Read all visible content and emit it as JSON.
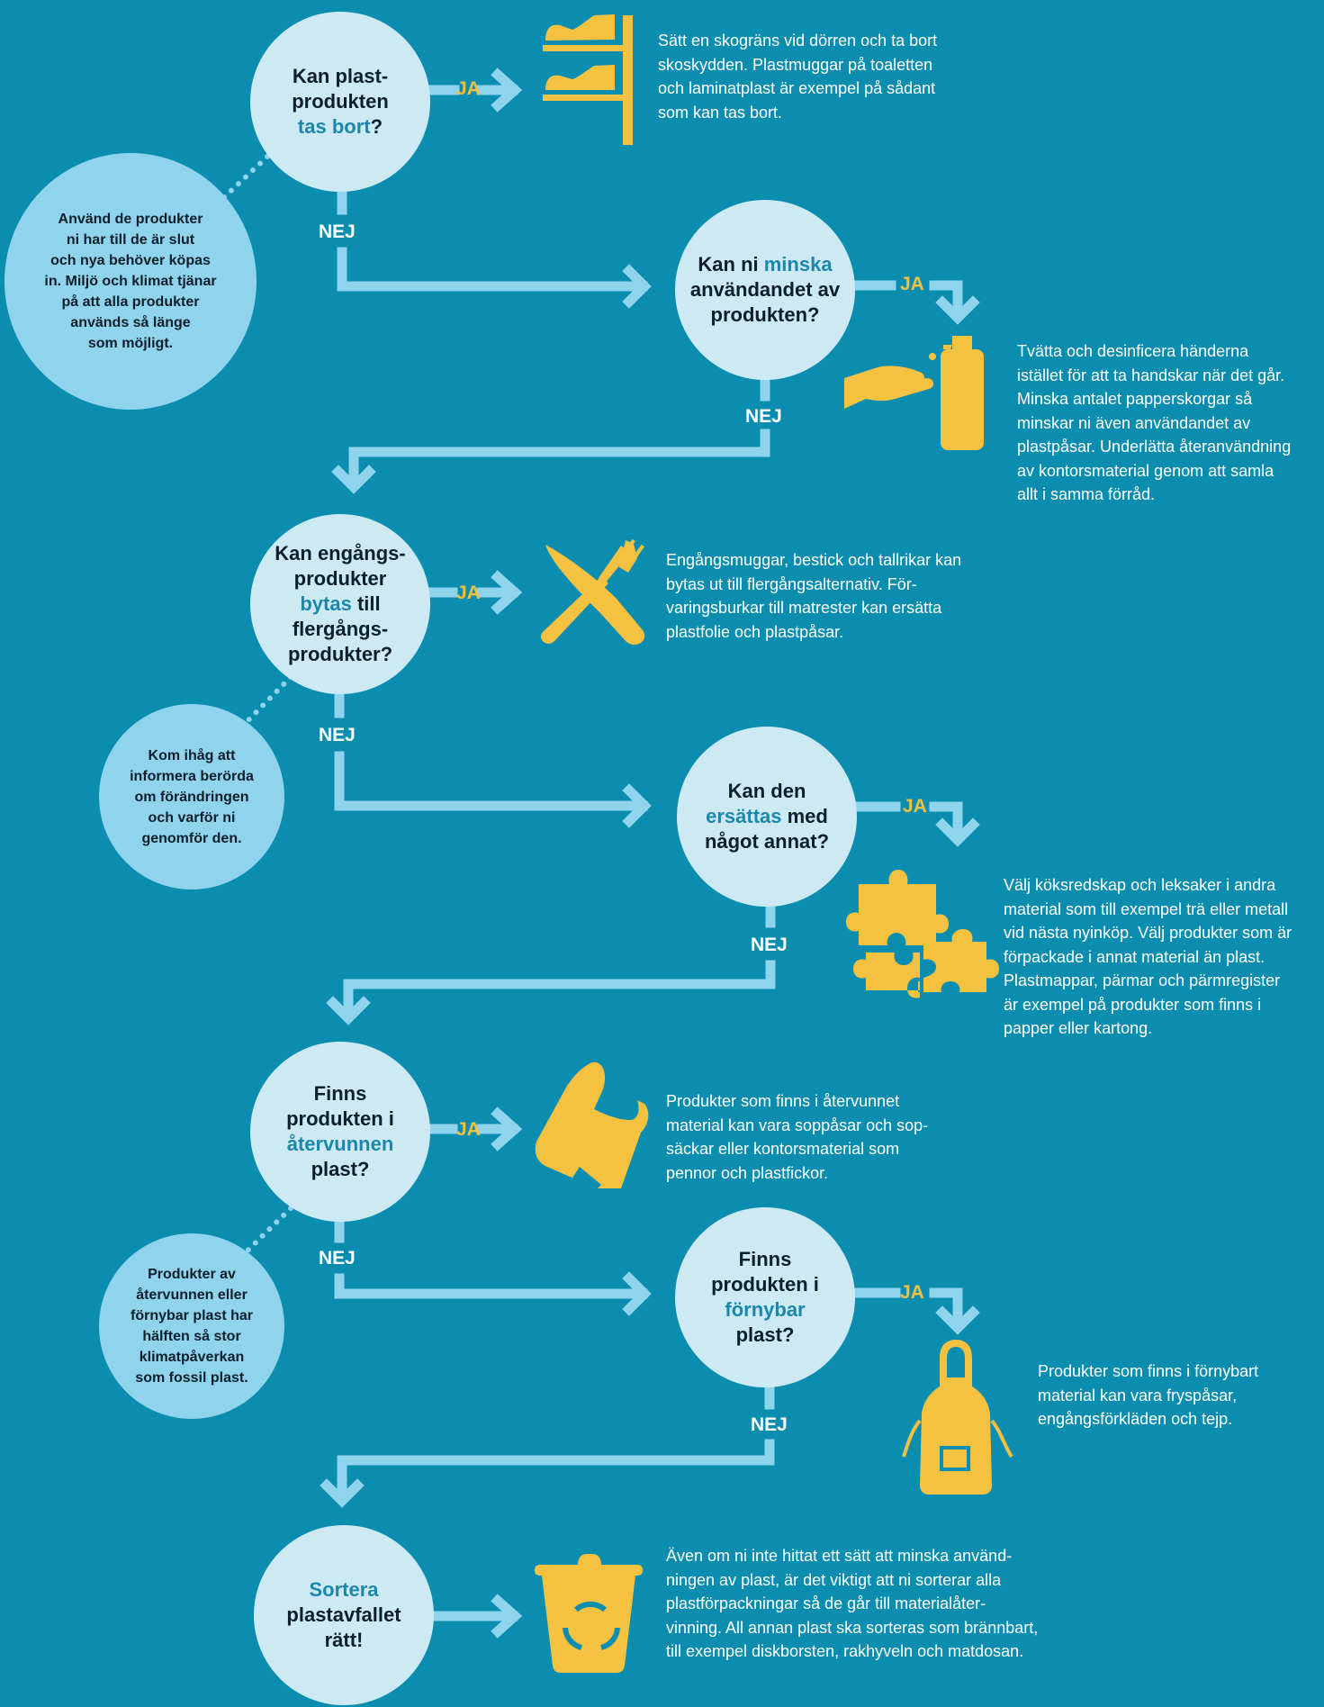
{
  "labels": {
    "yes": "JA",
    "no": "NEJ"
  },
  "colors": {
    "background": "#0b8db0",
    "question_circle": "#cdeaf4",
    "tip_circle": "#8fd3ec",
    "arrow": "#8fd3ec",
    "icon": "#f5c141",
    "highlight": "#1c87aa"
  },
  "questions": {
    "q1": {
      "before": "Kan plast-\nprodukten",
      "highlight": "tas bort",
      "after": "?"
    },
    "q2": {
      "before": "Kan ni ",
      "highlight": "minska",
      "after": "användandet av\nprodukten?"
    },
    "q3": {
      "before": "Kan engångs-\nprodukter",
      "highlight": "bytas",
      "after": " till\nflergångs-\nprodukter?"
    },
    "q4": {
      "before": "Kan den",
      "highlight": "ersättas",
      "after": " med\nnågot annat?"
    },
    "q5": {
      "before": "Finns\nprodukten i",
      "highlight": "återvunnen",
      "after": "plast?"
    },
    "q6": {
      "before": "Finns\nprodukten i",
      "highlight": "förnybar",
      "after": "plast?"
    },
    "q7": {
      "before": "",
      "highlight": "Sortera",
      "after": "plastavfallet\nrätt!"
    }
  },
  "tips": {
    "t1": [
      "Använd de produkter",
      "ni har till de är slut",
      "och nya behöver köpas",
      "in. Miljö och klimat tjänar",
      "på att alla produkter",
      "används så länge",
      "som möjligt."
    ],
    "t2": [
      "Kom ihåg att",
      "informera berörda",
      "om förändringen",
      "och varför ni",
      "genomför den."
    ],
    "t3": [
      "Produkter av",
      "återvunnen eller",
      "förnybar plast har",
      "hälften så stor",
      "klimatpåverkan",
      "som fossil plast."
    ]
  },
  "descriptions": {
    "d1": [
      "Sätt en skogräns vid dörren och ta bort",
      "skoskydden. Plastmuggar på toaletten",
      "och laminatplast är exempel på sådant",
      "som kan tas bort."
    ],
    "d2": [
      "Tvätta och desinficera händerna",
      "istället för att ta handskar när det går.",
      "Minska antalet papperskorgar så",
      "minskar ni även användandet av",
      "plastpåsar. Underlätta återanvändning",
      "av kontorsmaterial genom att samla",
      "allt i samma förråd."
    ],
    "d3": [
      "Engångsmuggar, bestick och tallrikar kan",
      "bytas ut till flergångsalternativ. För-",
      "varingsburkar till matrester kan ersätta",
      "plastfolie och plastpåsar."
    ],
    "d4": [
      "Välj köksredskap och leksaker i andra",
      "material som till exempel trä eller metall",
      "vid nästa nyinköp. Välj produkter som är",
      "förpackade i annat material än plast.",
      "Plastmappar, pärmar och pärmregister",
      "är exempel på produkter som finns i",
      "papper eller kartong."
    ],
    "d5": [
      "Produkter som finns i återvunnet",
      "material kan vara soppåsar och sop-",
      "säckar eller kontorsmaterial som",
      "pennor och plastfickor."
    ],
    "d6": [
      "Produkter som finns i förnybart",
      "material kan vara fryspåsar,",
      "engångsförkläden och tejp."
    ],
    "d7": [
      "Även om ni inte hittat ett sätt att minska använd-",
      "ningen av plast, är det viktigt att ni sorterar alla",
      "plastförpackningar så de går till materialåter-",
      "vinning. All annan plast ska sorteras som brännbart,",
      "till exempel diskborsten, rakhyveln och matdosan."
    ]
  },
  "icons": {
    "i1": "shoe-rack-icon",
    "i2": "hand-sanitizer-icon",
    "i3": "knife-fork-icon",
    "i4": "puzzle-icon",
    "i5": "plastic-bag-icon",
    "i6": "apron-icon",
    "i7": "recycling-bin-icon"
  }
}
